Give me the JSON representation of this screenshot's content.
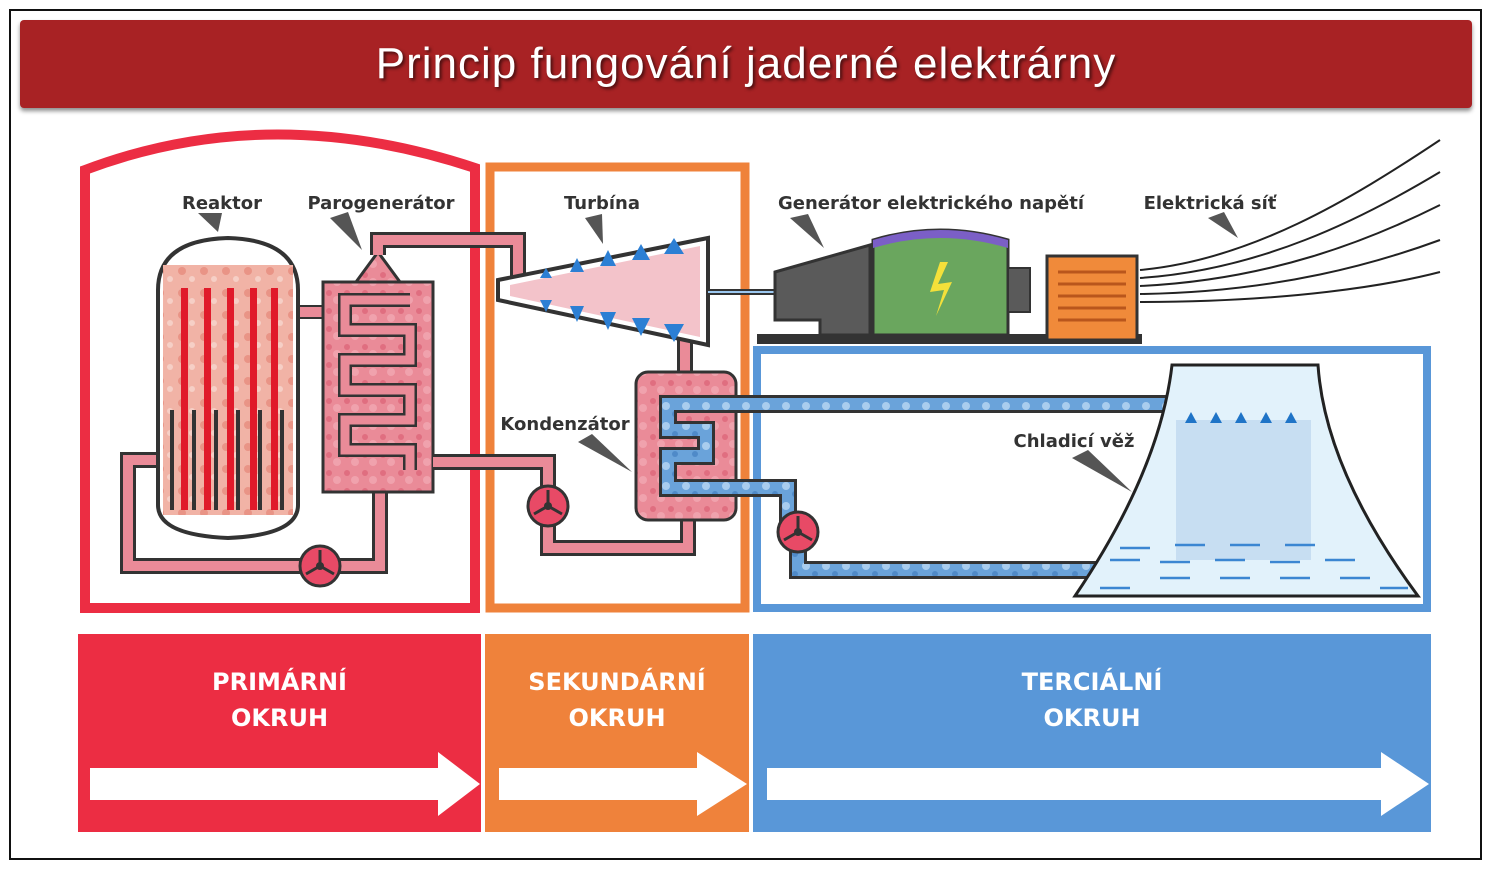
{
  "title": "Princip fungování jaderné elektrárny",
  "labels": {
    "reactor": "Reaktor",
    "steam_generator": "Parogenerátor",
    "turbine": "Turbína",
    "generator": "Generátor elektrického napětí",
    "grid": "Elektrická síť",
    "condenser": "Kondenzátor",
    "cooling_tower": "Chladicí věž"
  },
  "circuits": [
    {
      "line1": "PRIMÁRNÍ",
      "line2": "OKRUH",
      "color": "#ec2d43"
    },
    {
      "line1": "SEKUNDÁRNÍ",
      "line2": "OKRUH",
      "color": "#ef823b"
    },
    {
      "line1": "TERCIÁLNÍ",
      "line2": "OKRUH",
      "color": "#5997d8"
    }
  ],
  "colors": {
    "title_bar": "#a82224",
    "primary": "#ec2d43",
    "secondary": "#ef823b",
    "tertiary": "#5997d8",
    "hot_fluid": "#e98592",
    "cold_fluid": "#5b9ad6",
    "generator_body": "#6aa65e",
    "generator_housing": "#5a5a5a",
    "transformer": "#f08a3a"
  }
}
